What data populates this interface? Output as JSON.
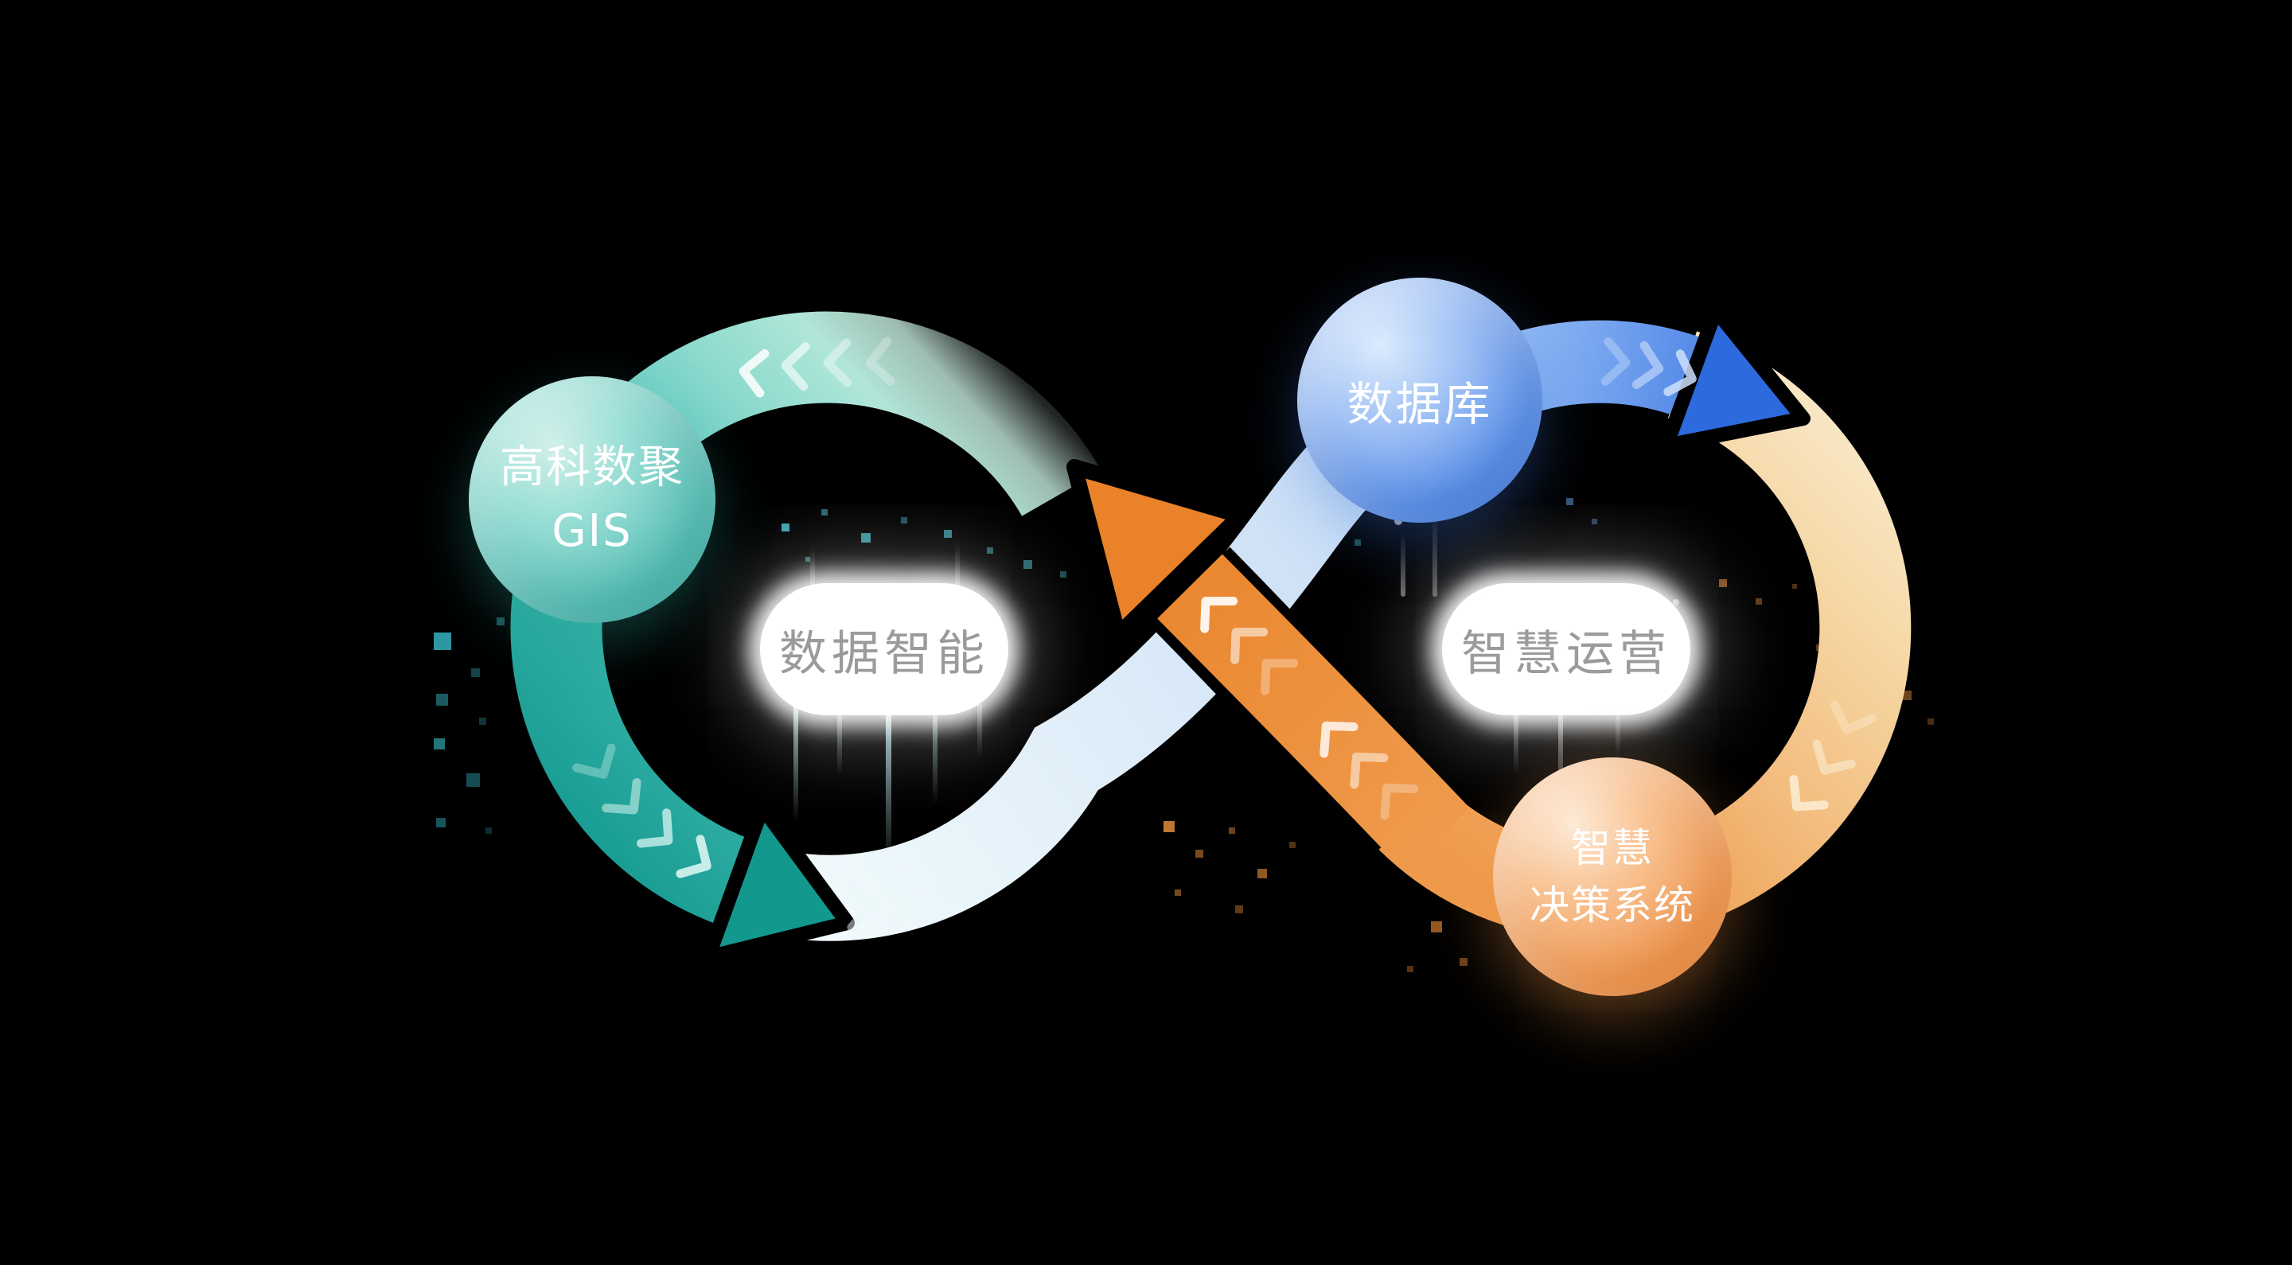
{
  "background": {
    "color": "#000000"
  },
  "nodes": {
    "gis": {
      "line1": "高科数聚",
      "line2": "GIS"
    },
    "database": {
      "label": "数据库"
    },
    "decision": {
      "line1": "智慧",
      "line2": "决策系统"
    }
  },
  "pills": {
    "left": {
      "label": "数据智能"
    },
    "right": {
      "label": "智慧运营"
    }
  },
  "colors": {
    "teal_loop_light": "#bce9dd",
    "teal_loop_dark": "#13988e",
    "pale_band": "#dcebf8",
    "blue_arrow": "#2c6ade",
    "cream_band": "#f9ecd0",
    "orange_arrow": "#e98228",
    "sphere_teal": "#5cc2b9",
    "sphere_blue": "#447fe2",
    "sphere_orange": "#f19a54",
    "pill_background": "#ffffff",
    "pill_text": "#9b9b9b"
  },
  "icons": {
    "flow_chevron": "chevron-flow-icon"
  }
}
